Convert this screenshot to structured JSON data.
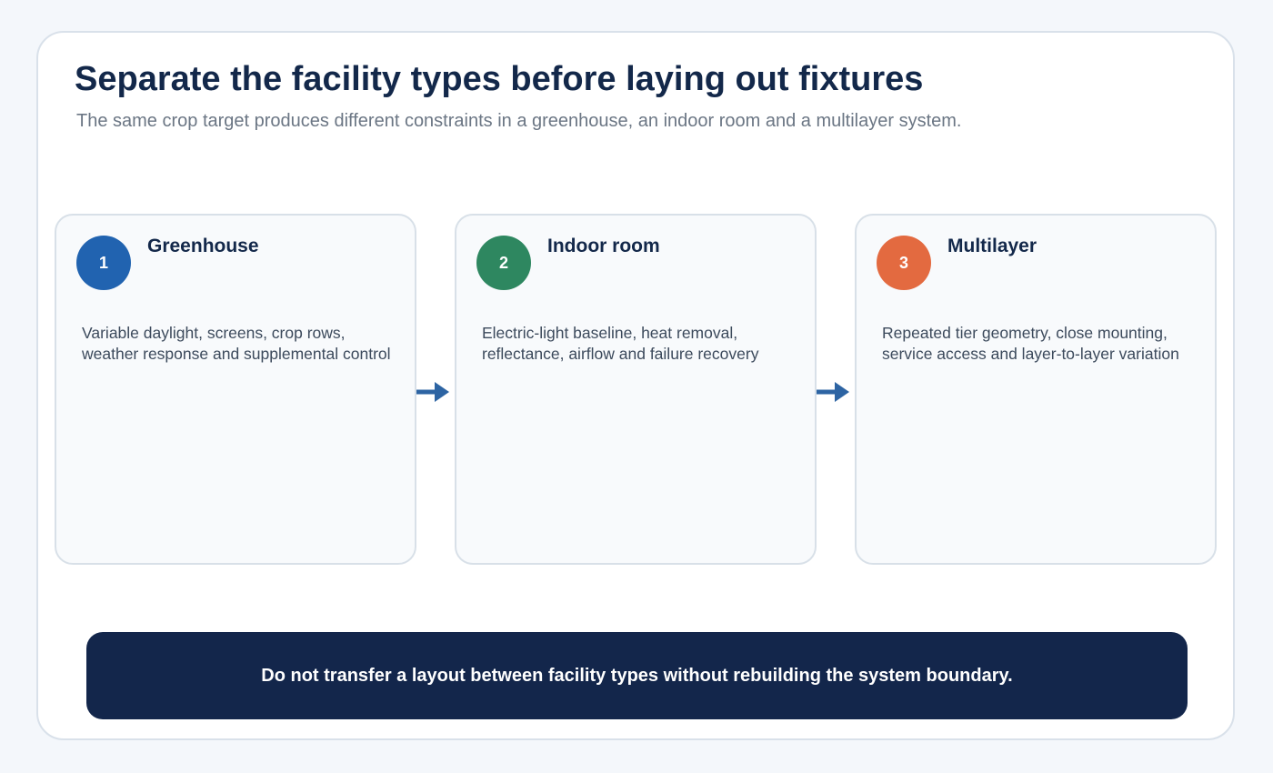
{
  "header": {
    "title": "Separate the facility types before laying out fixtures",
    "subtitle": "The same crop target produces different constraints in a greenhouse, an indoor room and a multilayer system."
  },
  "steps": [
    {
      "number": "1",
      "title": "Greenhouse",
      "description": "Variable daylight, screens, crop rows, weather response and supplemental control",
      "color": "#2163b0"
    },
    {
      "number": "2",
      "title": "Indoor room",
      "description": "Electric-light baseline, heat removal, reflectance, airflow and failure recovery",
      "color": "#2e8760"
    },
    {
      "number": "3",
      "title": "Multilayer",
      "description": "Repeated tier geometry, close mounting, service access and layer-to-layer variation",
      "color": "#e36a40"
    }
  ],
  "arrow_color": "#2d64a3",
  "footer": {
    "message": "Do not transfer a layout between facility types without rebuilding the system boundary."
  }
}
